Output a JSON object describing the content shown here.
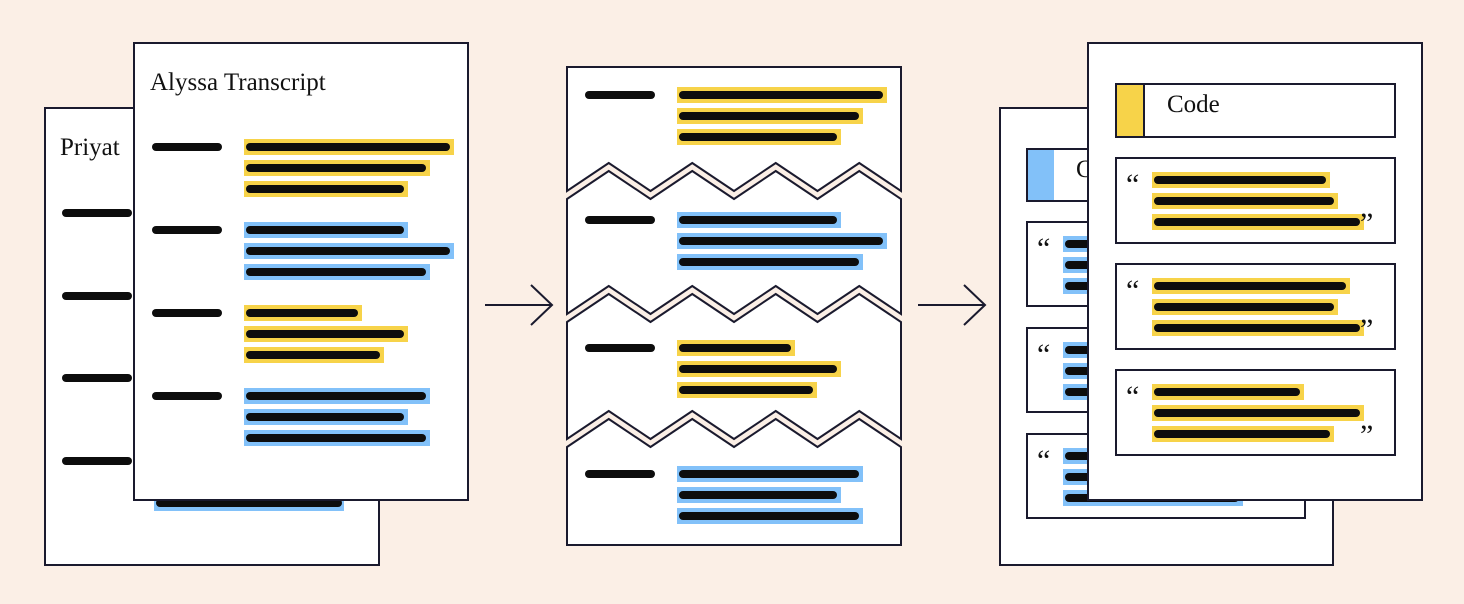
{
  "colors": {
    "background": "#fbefe6",
    "yellow": "#f7d349",
    "blue": "#82c1f9",
    "ink": "#0d0d0d",
    "border": "#1a1a2e"
  },
  "transcripts": {
    "back_title": "Priyat",
    "front_title": "Alyssa Transcript"
  },
  "excerpts": {
    "blocks": [
      {
        "highlight": "yellow"
      },
      {
        "highlight": "blue"
      },
      {
        "highlight": "yellow"
      },
      {
        "highlight": "blue"
      }
    ]
  },
  "codes": {
    "back_title": "C",
    "front_title": "Code",
    "quote_open": "“",
    "quote_close": "”"
  },
  "arrows": {
    "icon": "right-arrow-icon"
  }
}
